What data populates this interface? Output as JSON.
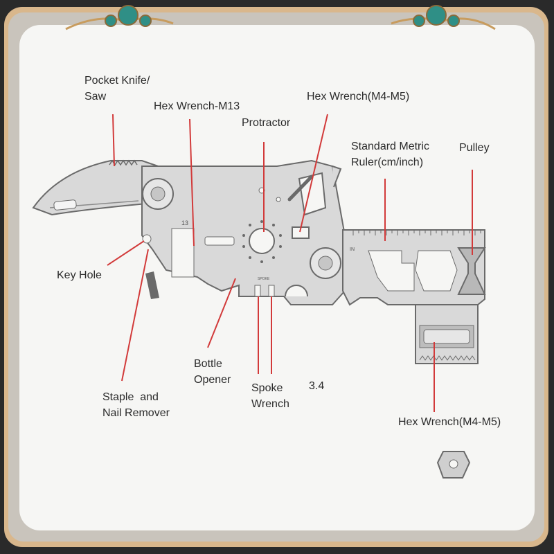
{
  "labels": {
    "pocket_knife": [
      "Pocket Knife/",
      "Saw"
    ],
    "hex_m13": "Hex Wrench-M13",
    "protractor": "Protractor",
    "hex_m4m5_top": "Hex Wrench(M4-M5)",
    "ruler": [
      "Standard Metric",
      "Ruler(cm/inch)"
    ],
    "pulley": "Pulley",
    "key_hole": "Key Hole",
    "bottle_opener": [
      "Bottle",
      "Opener"
    ],
    "spoke_wrench": [
      "Spoke",
      "Wrench"
    ],
    "staple": [
      "Staple  and",
      "Nail Remover"
    ],
    "hex_m4m5_bottom": "Hex Wrench(M4-M5)",
    "num_34": "3.4"
  },
  "tool_marks": {
    "mark_13": "13",
    "mark_in": "IN",
    "mark_spoke": "SPOKE"
  },
  "colors": {
    "leader": "#d23a3a",
    "metal_fill": "#d9d9d9",
    "metal_stroke": "#6a6a6a",
    "frame_gold": "#d9b78c",
    "ornament_teal": "#2f8f86"
  }
}
